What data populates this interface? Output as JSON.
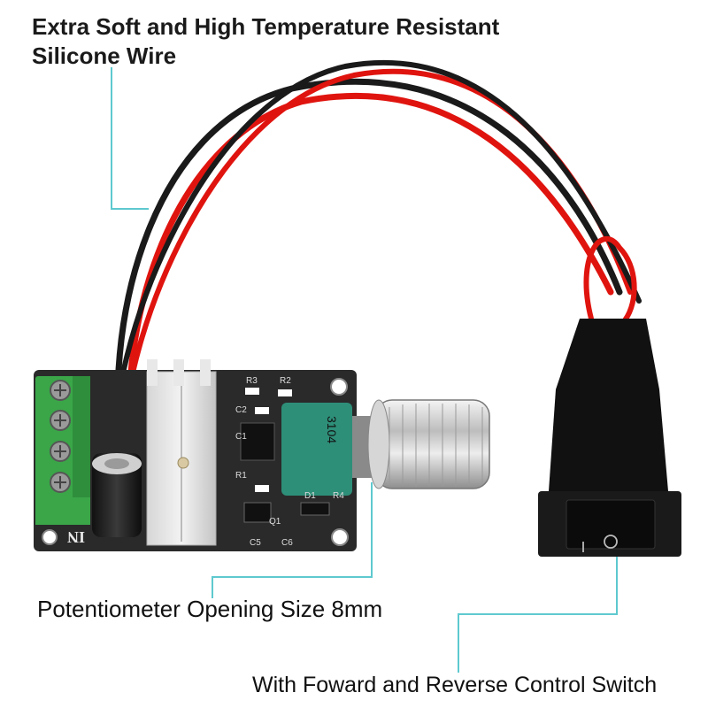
{
  "callouts": {
    "wire_line1": "Extra Soft and High Temperature Resistant",
    "wire_line2": "Silicone Wire",
    "potentiometer": "Potentiometer Opening Size 8mm",
    "switch": "With Foward and Reverse Control Switch"
  },
  "board_labels": {
    "input": "IN",
    "pot_code": "3104",
    "r1": "R1",
    "r2": "R2",
    "r3": "R3",
    "r4": "R4",
    "c1": "C1",
    "c2": "C2",
    "c5": "C5",
    "c6": "C6",
    "d1": "D1",
    "q1": "Q1"
  },
  "colors": {
    "wire_red": "#e0140f",
    "wire_black": "#1a1a1a",
    "pcb": "#2a2a2a",
    "terminal_green": "#3aa648",
    "pot_teal": "#2e8f79",
    "leader_line": "#5ec9cf",
    "knob": "#c9c9c9"
  }
}
